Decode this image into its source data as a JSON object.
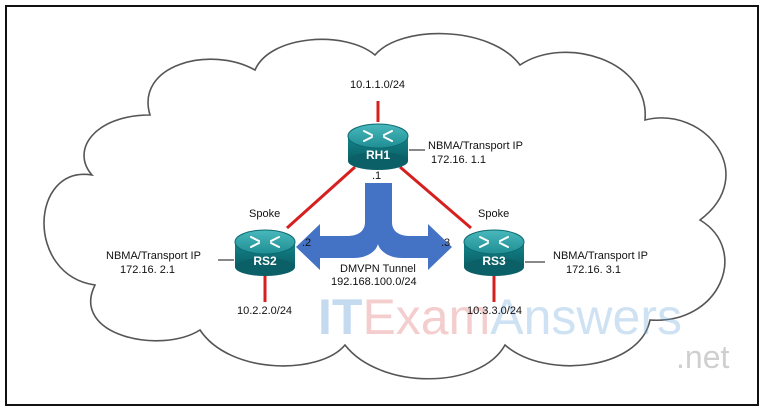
{
  "hub": {
    "name": "RH1",
    "lan": "10.1.1.0/24",
    "nbma_label": "NBMA/Transport IP",
    "nbma_ip": "172.16. 1.1",
    "tunnel_host": ".1"
  },
  "spoke_left": {
    "role": "Spoke",
    "name": "RS2",
    "lan": "10.2.2.0/24",
    "nbma_label": "NBMA/Transport IP",
    "nbma_ip": "172.16. 2.1",
    "tunnel_host": ".2"
  },
  "spoke_right": {
    "role": "Spoke",
    "name": "RS3",
    "lan": "10.3.3.0/24",
    "nbma_label": "NBMA/Transport IP",
    "nbma_ip": "172.16. 3.1",
    "tunnel_host": ".3"
  },
  "tunnel": {
    "label": "DMVPN Tunnel",
    "network": "192.168.100.0/24"
  },
  "watermark": {
    "it": "IT",
    "exam": "Exam",
    "answers": "Answers",
    "net": ".net"
  },
  "colors": {
    "link": "#d62020",
    "router_fill": "#0f7f86",
    "router_top": "#2fa3a8",
    "arrow": "#4472c4",
    "cloud_stroke": "#555555"
  }
}
